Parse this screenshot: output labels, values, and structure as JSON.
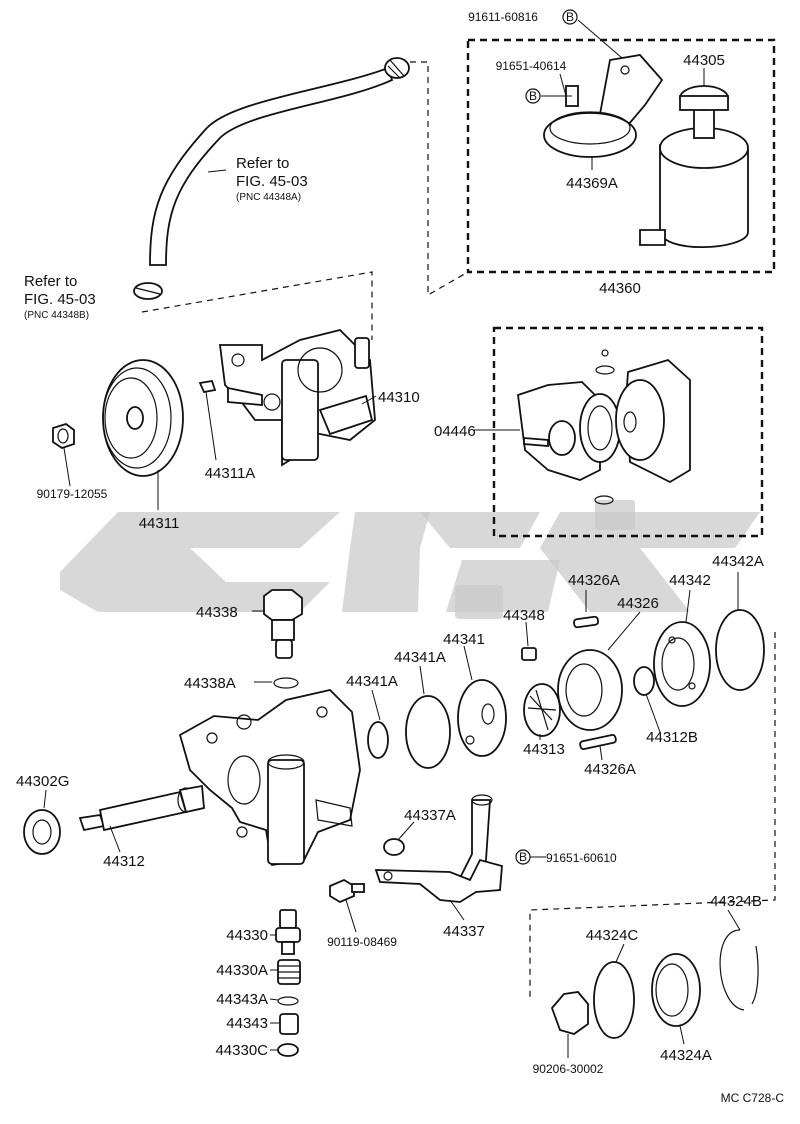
{
  "diagram": {
    "code": "MC  C728-C",
    "refer_top": {
      "line1": "Refer to",
      "line2": "FIG. 45-03",
      "line3": "(PNC 44348A)"
    },
    "refer_left": {
      "line1": "Refer to",
      "line2": "FIG. 45-03",
      "line3": "(PNC 44348B)"
    },
    "bolt_symbol": "B",
    "parts": {
      "p91611_60816": "91611-60816",
      "p91651_40614": "91651-40614",
      "p44305": "44305",
      "p44369A": "44369A",
      "p44360": "44360",
      "p44310": "44310",
      "p44311A": "44311A",
      "p90179_12055": "90179-12055",
      "p44311": "44311",
      "p04446": "04446",
      "p44338": "44338",
      "p44338A": "44338A",
      "p44302G": "44302G",
      "p44312": "44312",
      "p44341A_1": "44341A",
      "p44341A_2": "44341A",
      "p44341": "44341",
      "p44348": "44348",
      "p44326A_1": "44326A",
      "p44326": "44326",
      "p44342": "44342",
      "p44342A": "44342A",
      "p44313": "44313",
      "p44326A_2": "44326A",
      "p44312B": "44312B",
      "p44337A": "44337A",
      "p91651_60610": "91651-60610",
      "p90119_08469": "90119-08469",
      "p44337": "44337",
      "p44330": "44330",
      "p44330A": "44330A",
      "p44343A": "44343A",
      "p44343": "44343",
      "p44330C": "44330C",
      "p44324B": "44324B",
      "p44324C": "44324C",
      "p44324A": "44324A",
      "p90206_30002": "90206-30002"
    }
  }
}
